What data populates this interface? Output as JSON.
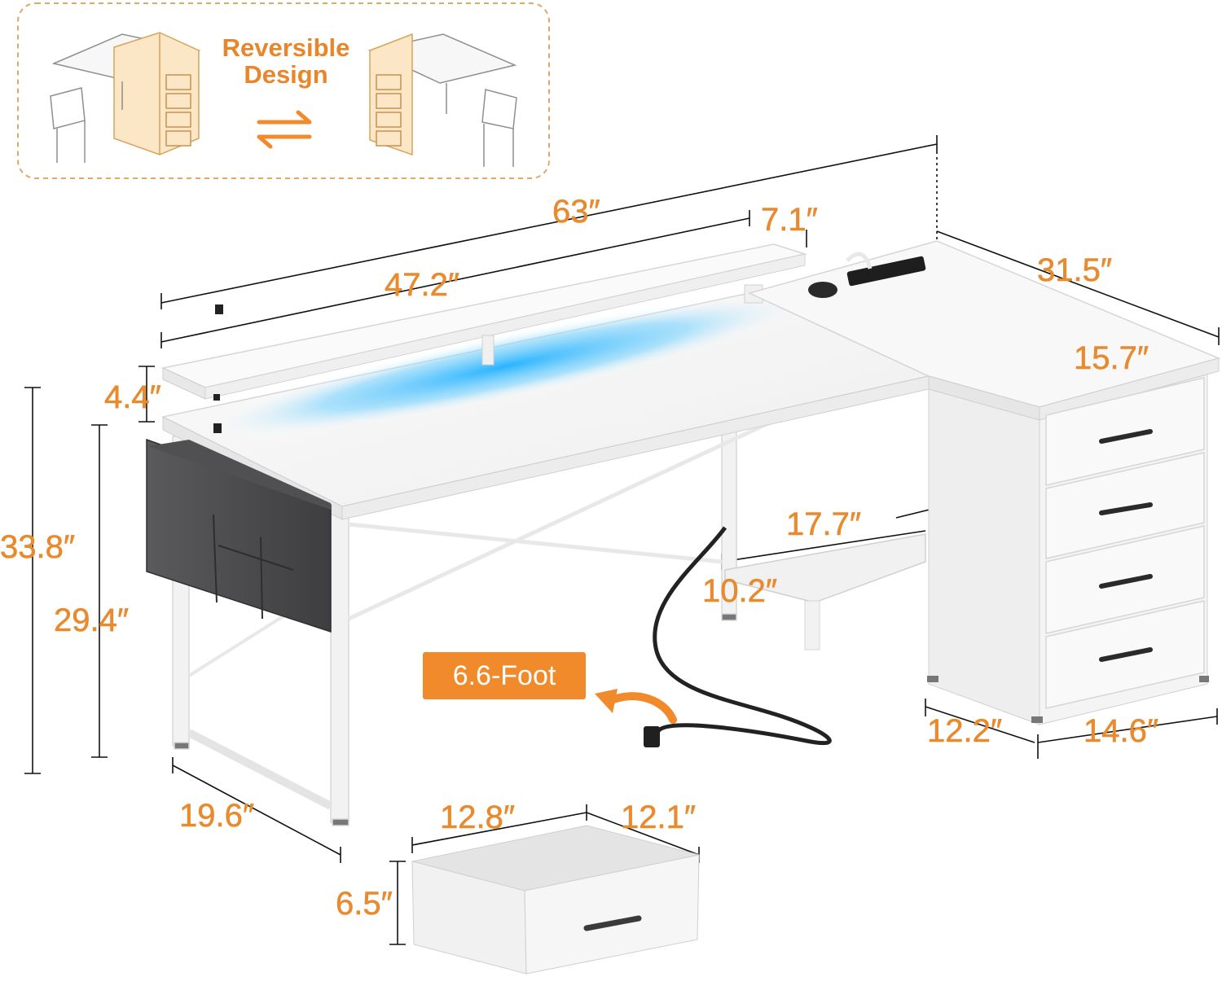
{
  "reversible": {
    "line1": "Reversible",
    "line2": "Design",
    "swap_icon": "swap-arrows-icon"
  },
  "cord_badge": "6.6-Foot",
  "dimensions": {
    "total_width": "63″",
    "riser_gap": "7.1″",
    "riser_width": "47.2″",
    "return_length": "31.5″",
    "return_depth": "15.7″",
    "riser_height": "4.4″",
    "total_height": "33.8″",
    "desk_height": "29.4″",
    "desk_depth": "19.6″",
    "shelf_width": "17.7″",
    "shelf_depth": "10.2″",
    "cabinet_depth": "12.2″",
    "cabinet_width": "14.6″",
    "drawer_width": "12.8″",
    "drawer_depth": "12.1″",
    "drawer_height": "6.5″"
  },
  "colors": {
    "accent": "#e88a2e",
    "led": "#38b8f2",
    "desk_white": "#f4f4f4",
    "bag_gray": "#4a4a4c",
    "cord": "#222222"
  }
}
